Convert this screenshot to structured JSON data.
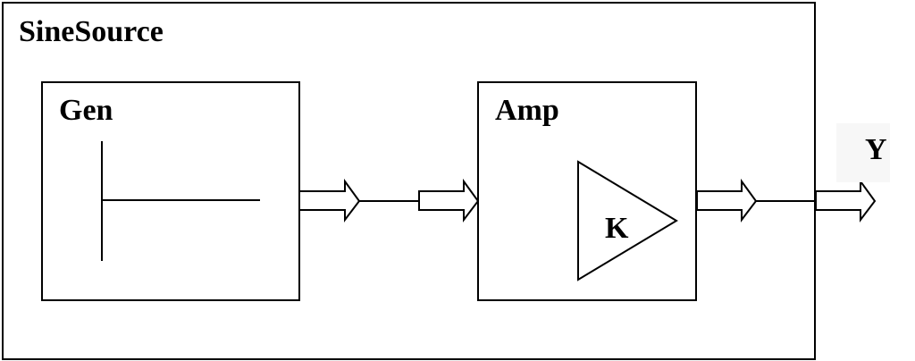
{
  "diagram": {
    "outer_block": {
      "title": "SineSource"
    },
    "gen_block": {
      "title": "Gen"
    },
    "amp_block": {
      "title": "Amp",
      "gain_label": "K"
    },
    "output_port": {
      "label": "Y"
    }
  }
}
